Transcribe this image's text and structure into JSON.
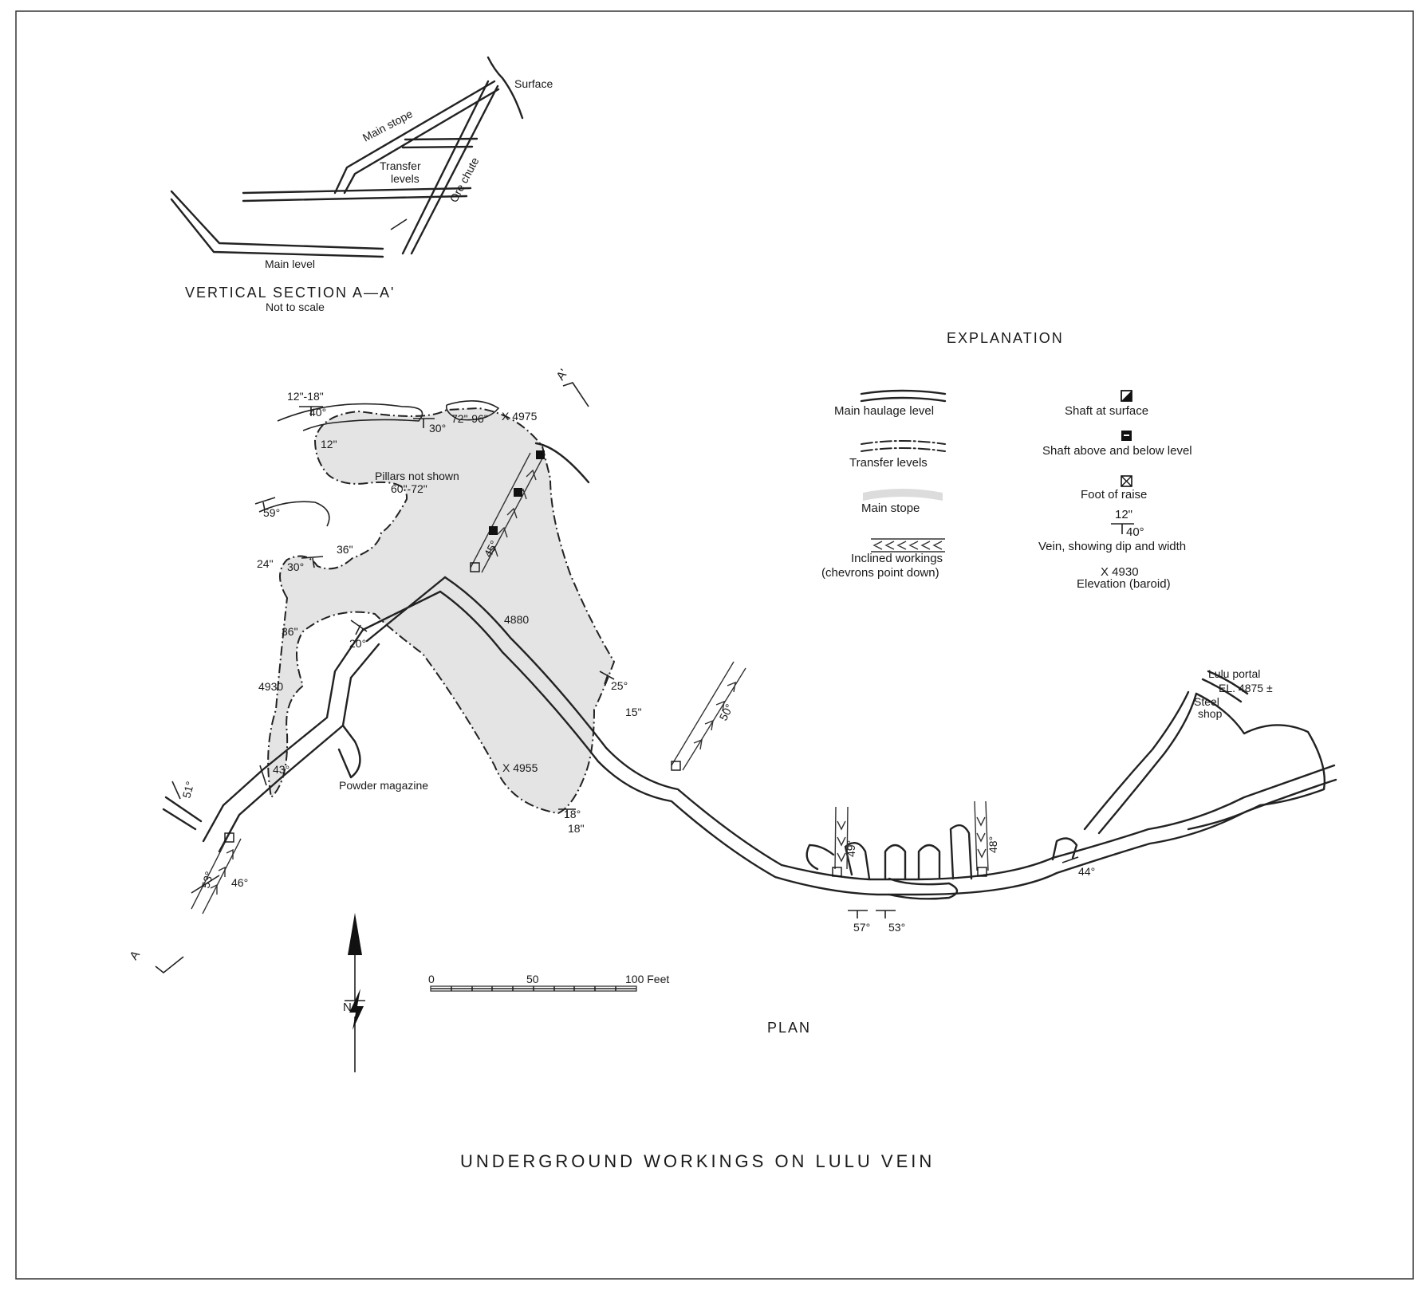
{
  "section": {
    "labels": {
      "surface": "Surface",
      "main_stope": "Main stope",
      "transfer_levels_1": "Transfer",
      "transfer_levels_2": "levels",
      "ore_chute": "Ore chute",
      "main_level": "Main level"
    },
    "title": "VERTICAL  SECTION   A—A'",
    "subtitle": "Not to scale"
  },
  "explanation": {
    "heading": "EXPLANATION",
    "main_haulage": "Main  haulage level",
    "transfer_levels": "Transfer  levels",
    "main_stope": "Main  stope",
    "inclined_1": "Inclined workings",
    "inclined_2": "(chevrons  point  down)",
    "shaft_surface": "Shaft  at  surface",
    "shaft_level": "Shaft  above  and  below  level",
    "foot_raise": "Foot  of  raise",
    "vein_width": "12\"",
    "vein_dip": "40°",
    "vein_label": "Vein,  showing  dip  and  width",
    "elev_value": "X  4930",
    "elev_label": "Elevation  (baroid)"
  },
  "plan": {
    "section_a": "A",
    "section_a_prime": "A'",
    "pillars_1": "Pillars not shown",
    "pillars_2": "60\"-72\"",
    "widths": {
      "w1": "12\"-18\"",
      "w2": "72\"-96\"",
      "w3": "12\"",
      "w4": "24\"",
      "w5": "36\"",
      "w6": "36\"",
      "w7": "15\"",
      "w8": "18\""
    },
    "dips": {
      "d1": "40°",
      "d2": "30°",
      "d3": "59°",
      "d4": "30°",
      "d5": "20°",
      "d6": "45°",
      "d7": "25°",
      "d8": "50°",
      "d9": "43°",
      "d10": "51°",
      "d11": "53°",
      "d12": "46°",
      "d13": "18°",
      "d14": "49°",
      "d15": "48°",
      "d16": "57°",
      "d17": "53°",
      "d18": "44°"
    },
    "elevations": {
      "e1": "X 4975",
      "e2": "4880",
      "e3": "4930",
      "e4": "X 4955"
    },
    "powder": "Powder magazine",
    "portal_1": "Lulu portal",
    "portal_2": "EL. 4875 ±",
    "steel_1": "Steel",
    "steel_2": "shop",
    "north": "N",
    "scale": {
      "s0": "0",
      "s50": "50",
      "s100": "100 Feet"
    },
    "label": "PLAN"
  },
  "title": "UNDERGROUND   WORKINGS   ON   LULU   VEIN"
}
